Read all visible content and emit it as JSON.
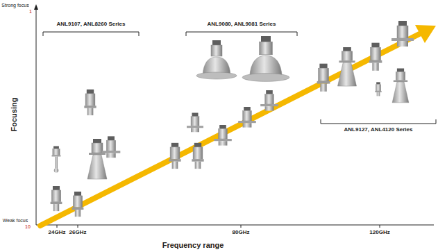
{
  "diagram": {
    "labels": [
      "Strong focus",
      "1",
      "ANL9107, ANL8260 Series",
      "ANL9080, ANL9081 Series",
      "Focusing",
      "ANL9127, ANL4120 Series",
      "Weak focus",
      "10",
      "24GHz",
      "26GHz",
      "80GHz",
      "Frequency range",
      "120GHz"
    ]
  }
}
